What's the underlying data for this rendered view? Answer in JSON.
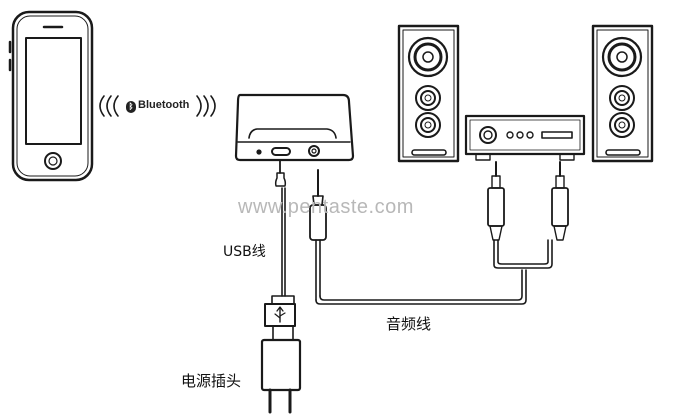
{
  "labels": {
    "bluetooth": "Bluetooth",
    "usb_cable": "USB线",
    "audio_cable": "音频线",
    "power_plug": "电源插头",
    "watermark": "www.pentaste.com"
  },
  "icons": {
    "bluetooth_logo": "bluetooth-icon"
  },
  "colors": {
    "line": "#1a1a1a",
    "fill": "#ffffff",
    "background": "#ffffff",
    "watermark": "#b8b8b8"
  }
}
